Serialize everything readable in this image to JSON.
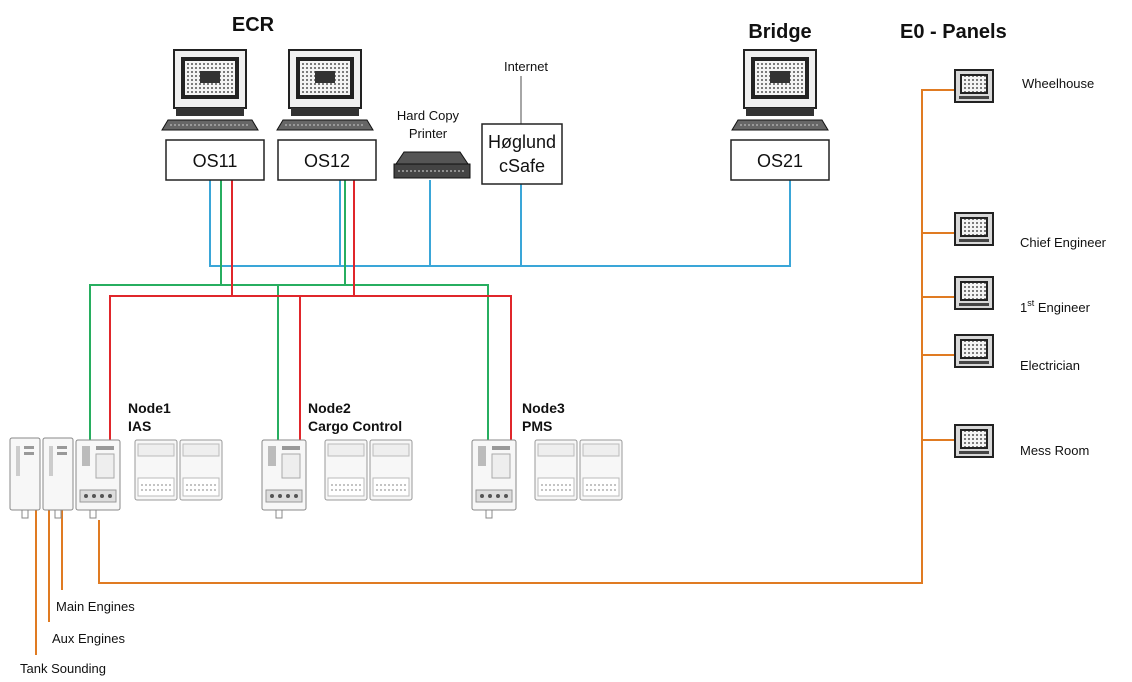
{
  "headers": {
    "ecr": "ECR",
    "bridge": "Bridge",
    "panels": "E0 - Panels"
  },
  "stations": {
    "os11": "OS11",
    "os12": "OS12",
    "os21": "OS21"
  },
  "internet": "Internet",
  "printer": {
    "line1": "Hard Copy",
    "line2": "Printer"
  },
  "hoglund": {
    "line1": "Høglund",
    "line2": "cSafe"
  },
  "nodes": {
    "node1": {
      "name": "Node1",
      "desc": "IAS"
    },
    "node2": {
      "name": "Node2",
      "desc": "Cargo Control"
    },
    "node3": {
      "name": "Node3",
      "desc": "PMS"
    }
  },
  "panels": {
    "wheelhouse": "Wheelhouse",
    "chief": "Chief Engineer",
    "first_num": "1",
    "first_sup": "st",
    "first_rest": " Engineer",
    "electrician": "Electrician",
    "mess": "Mess Room"
  },
  "io_labels": {
    "main": "Main Engines",
    "aux": "Aux Engines",
    "tank": "Tank Sounding"
  },
  "colors": {
    "blue": "#3aa6d8",
    "green": "#27ae60",
    "red": "#e0262b",
    "orange": "#e07b22"
  }
}
